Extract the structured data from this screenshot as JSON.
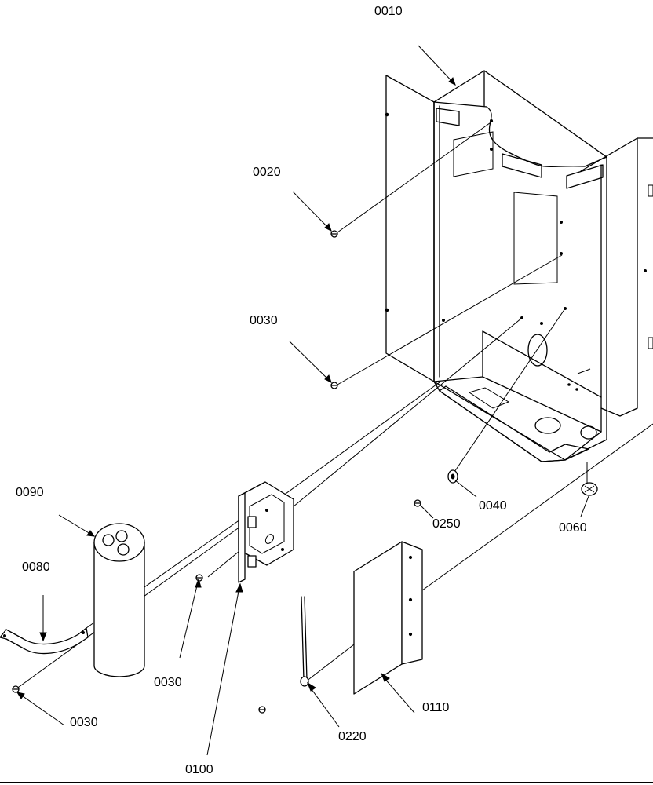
{
  "diagram": {
    "part_labels": {
      "p0010": "0010",
      "p0020": "0020",
      "p0030_upper": "0030",
      "p0090": "0090",
      "p0080": "0080",
      "p0040": "0040",
      "p0250": "0250",
      "p0060": "0060",
      "p0030_mid": "0030",
      "p0030_lower": "0030",
      "p0110": "0110",
      "p0220": "0220",
      "p0100": "0100"
    }
  }
}
